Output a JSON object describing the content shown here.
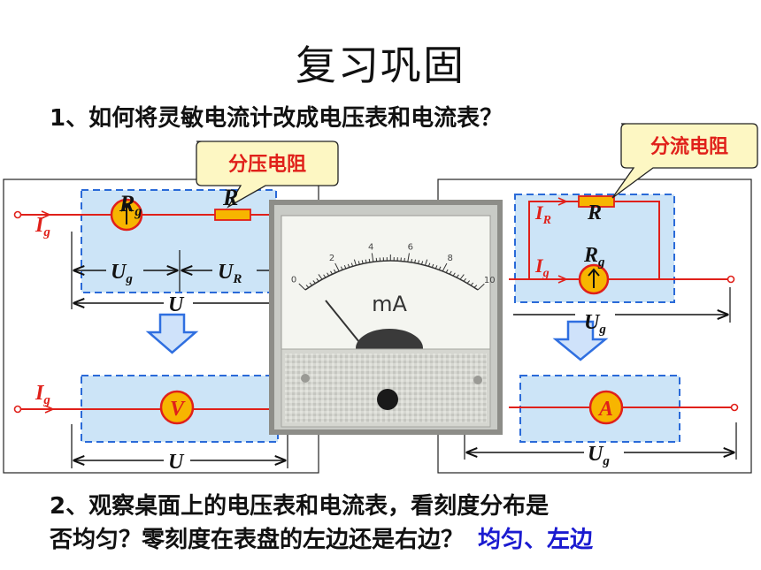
{
  "title": "复习巩固",
  "question1": "1、如何将灵敏电流计改成电压表和电流表？",
  "question2_line1": "2、观察桌面上的电压表和电流表，看刻度分布是",
  "question2_line2": "否均匀？零刻度在表盘的左边还是右边？",
  "answer2": "均匀、左边",
  "voltmeter": {
    "callout": "分压电阻",
    "current_label": "I",
    "current_sub": "g",
    "rg_label": "R",
    "rg_sub": "g",
    "r_label": "R",
    "ug_label": "U",
    "ug_sub": "g",
    "ur_label": "U",
    "ur_sub": "R",
    "u_label": "U",
    "meter_symbol": "V",
    "current2_label": "I",
    "current2_sub": "g",
    "u2_label": "U"
  },
  "ammeter": {
    "callout": "分流电阻",
    "ir_label": "I",
    "ir_sub": "R",
    "r_label": "R",
    "rg_label": "R",
    "rg_sub": "g",
    "ig_label": "I",
    "ig_sub": "g",
    "ug_label": "U",
    "ug_sub": "g",
    "meter_symbol": "A",
    "ug2_label": "U",
    "ug2_sub": "g"
  },
  "meter_photo": {
    "unit": "mA",
    "tick_labels": [
      "0",
      "2",
      "4",
      "6",
      "8",
      "10"
    ]
  },
  "colors": {
    "wire": "#e0201a",
    "box_fill": "#cce4f7",
    "box_border": "#2a6ad8",
    "callout_fill": "#fdf7c3",
    "meter_fill": "#f7b500",
    "arrow_fill": "#cfe2fa",
    "arrow_stroke": "#2f6fe0",
    "answer": "#1a1ad0"
  }
}
